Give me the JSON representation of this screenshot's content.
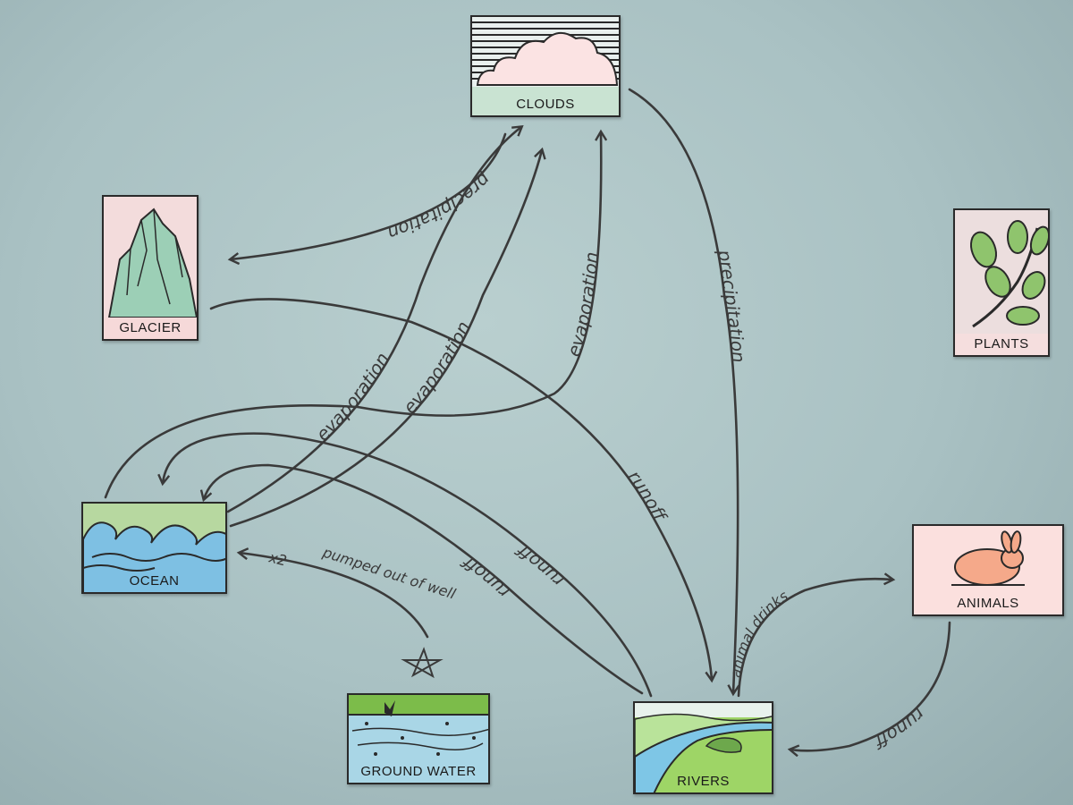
{
  "nodes": {
    "clouds": {
      "label": "CLOUDS"
    },
    "glacier": {
      "label": "GLACIER"
    },
    "plants": {
      "label": "PLANTS"
    },
    "ocean": {
      "label": "OCEAN"
    },
    "animals": {
      "label": "ANIMALS"
    },
    "ground_water": {
      "label": "GROUND WATER"
    },
    "rivers": {
      "label": "RIVERS"
    }
  },
  "edges": {
    "clouds_glacier": {
      "label": "precipitation"
    },
    "ocean_clouds_1": {
      "label": "evaporation"
    },
    "ocean_clouds_2": {
      "label": "evaporation"
    },
    "ocean_clouds_3": {
      "label": "evaporation"
    },
    "clouds_rivers": {
      "label": "precipitation"
    },
    "glacier_rivers": {
      "label": "runoff"
    },
    "rivers_ocean_1": {
      "label": "runoff"
    },
    "rivers_ocean_2": {
      "label": "runoff"
    },
    "rivers_animals": {
      "label": "animal drinks"
    },
    "animals_rivers": {
      "label": "runoff"
    },
    "groundwater_ocean": {
      "label": "pumped out of well",
      "note": "x2"
    }
  }
}
